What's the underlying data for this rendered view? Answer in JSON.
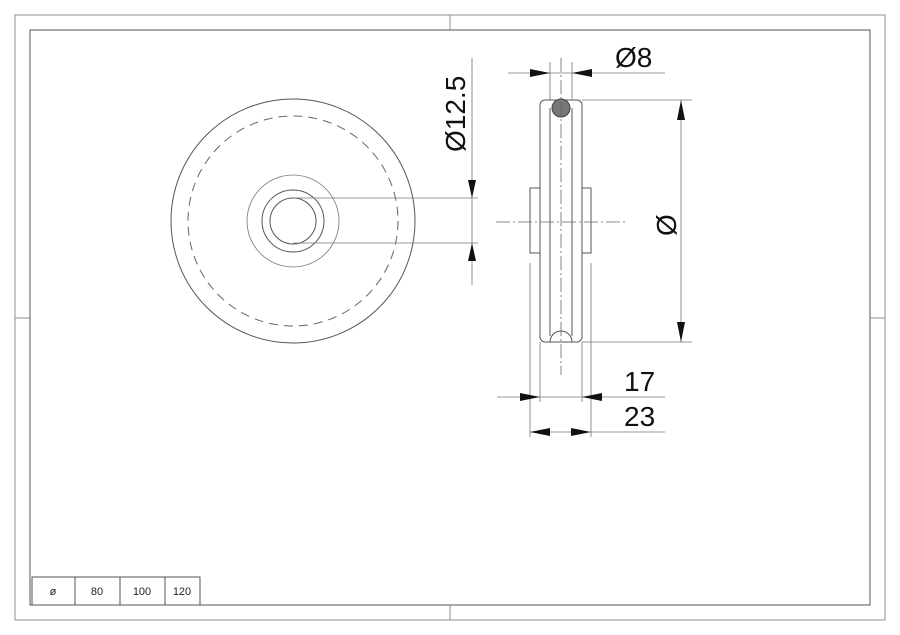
{
  "dimensions": {
    "rope_diameter": "Ø8",
    "bore_diameter": "Ø12.5",
    "outer_diameter": "Ø",
    "rim_width": "17",
    "hub_width": "23"
  },
  "size_table": {
    "header": "ø",
    "values": [
      "80",
      "100",
      "120"
    ]
  }
}
